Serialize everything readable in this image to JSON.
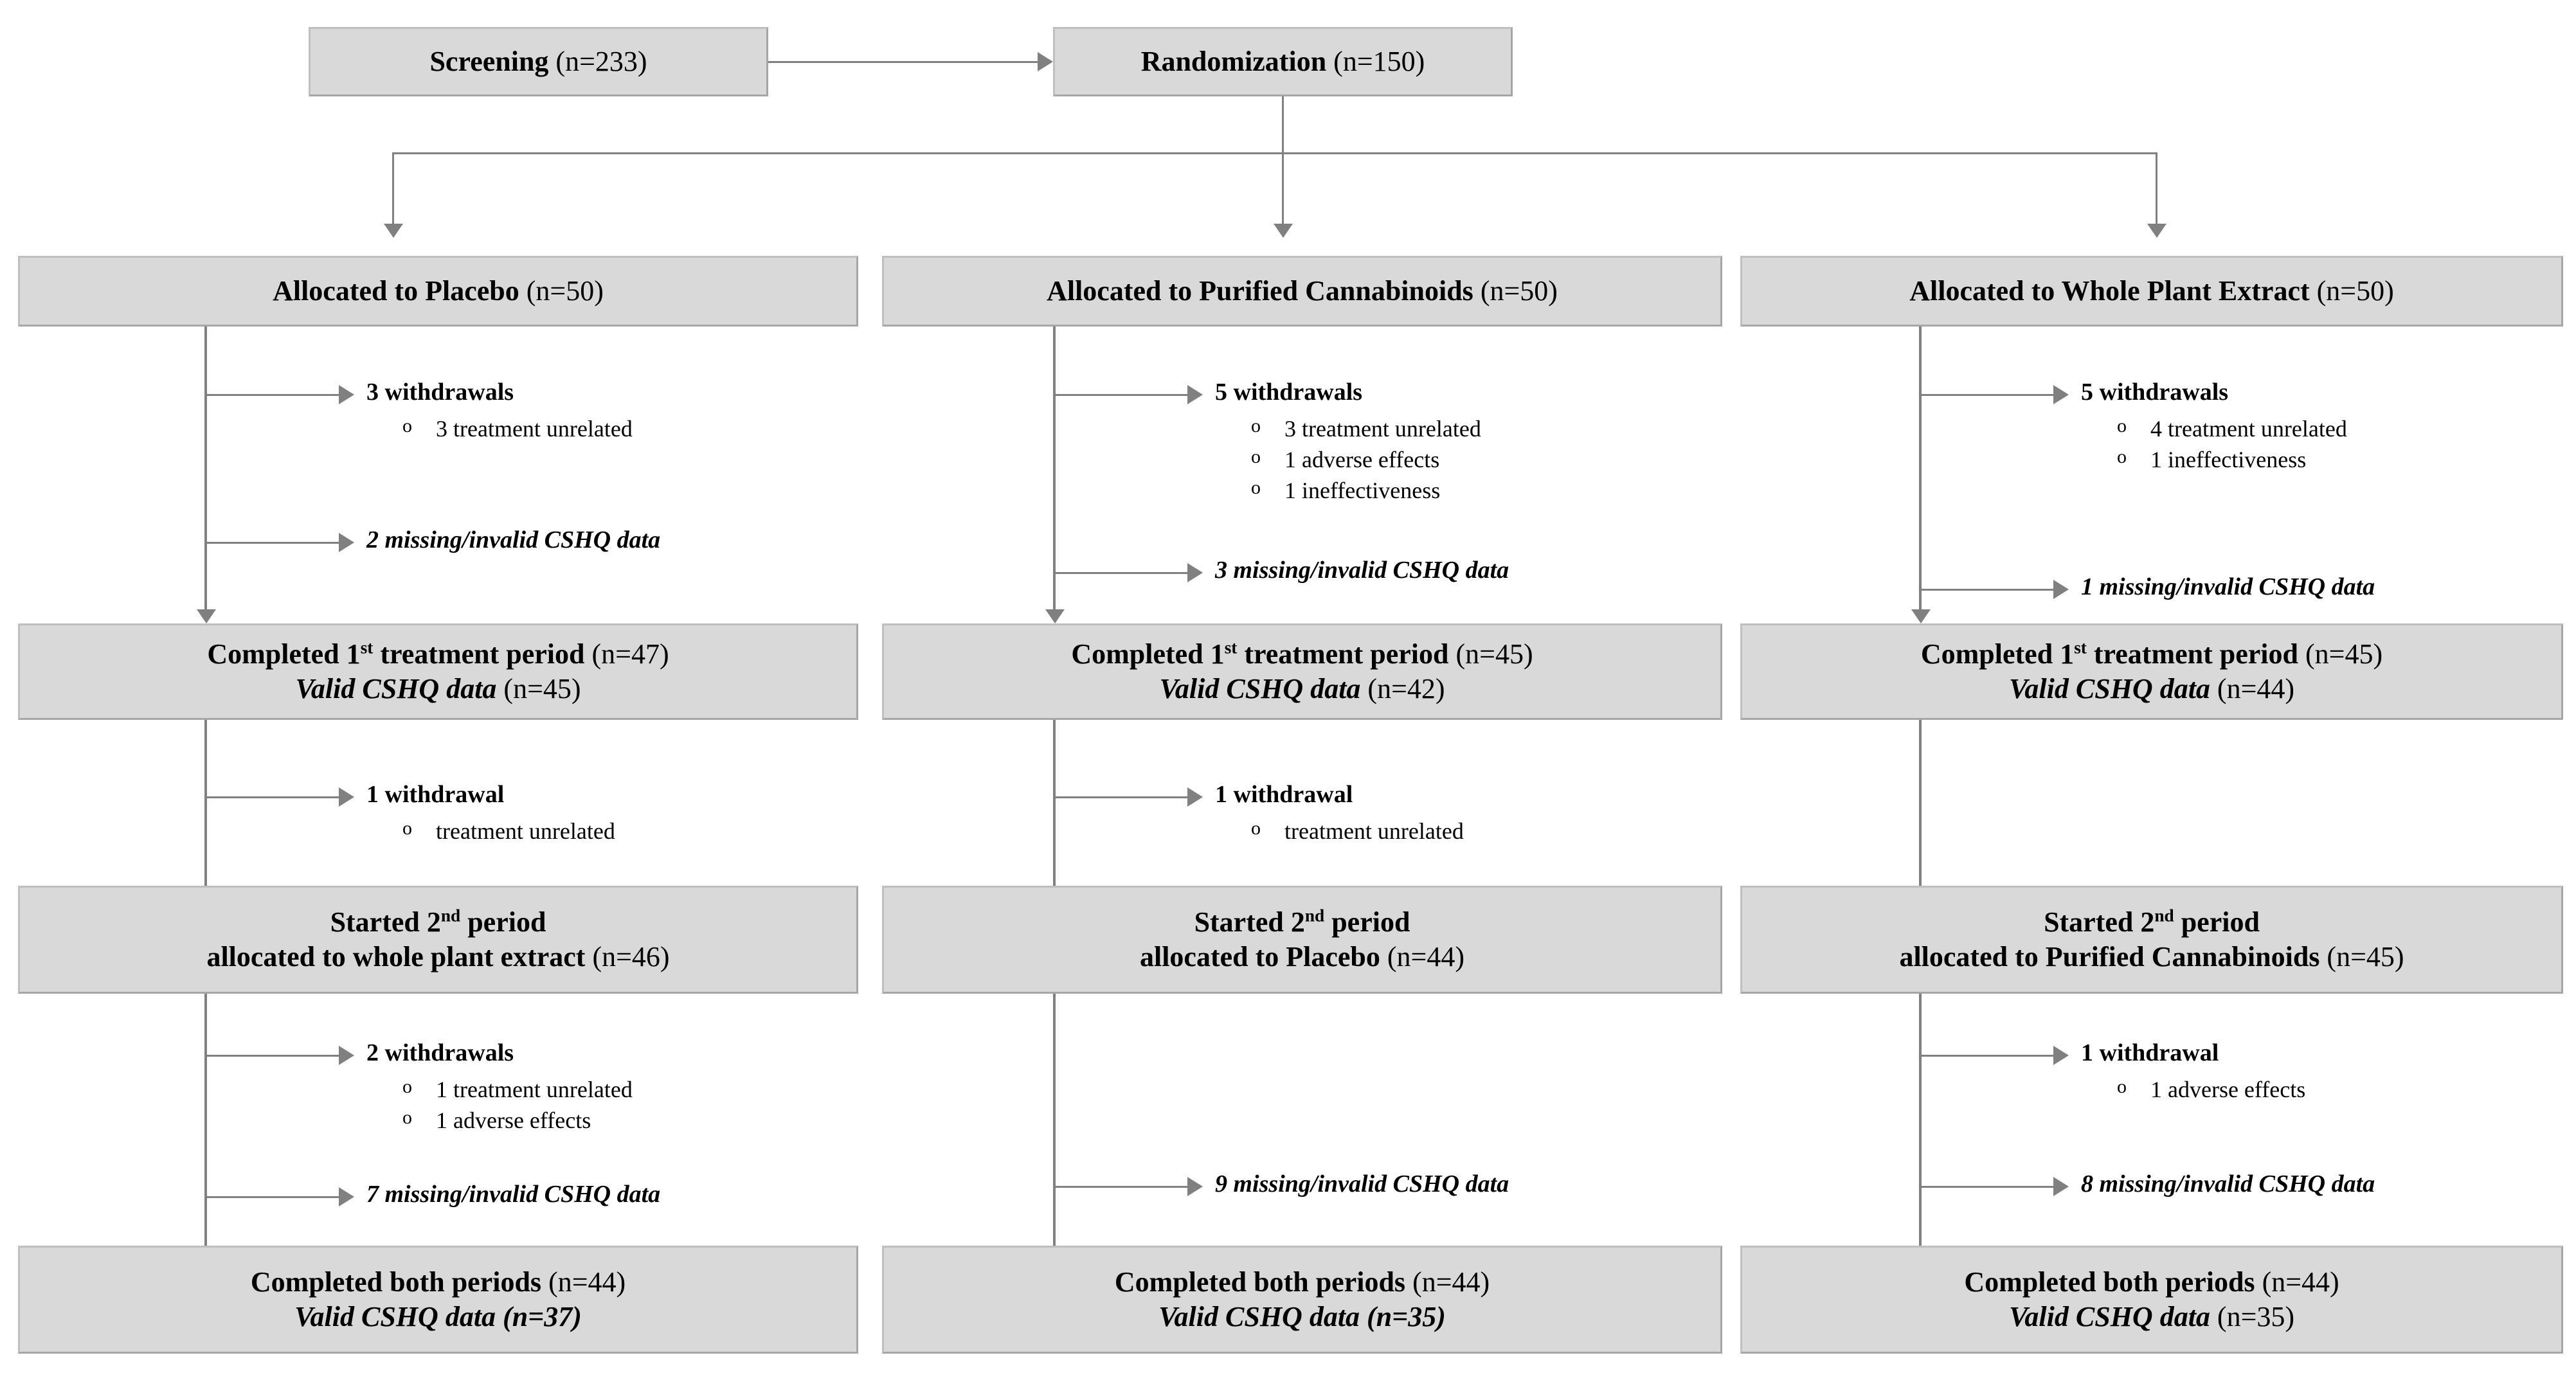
{
  "diagram": {
    "title": "CONSORT participant flow diagram",
    "colors": {
      "box_fill": "#d9d9d9",
      "box_border": "#a6a6a6",
      "connector": "#808080",
      "text": "#000000",
      "background": "#ffffff"
    },
    "top": {
      "screening": {
        "label": "Screening",
        "count": "(n=233)"
      },
      "randomization": {
        "label": "Randomization",
        "count": "(n=150)"
      }
    },
    "arms": [
      {
        "id": "placebo",
        "allocation": {
          "label": "Allocated to Placebo",
          "count": "(n=50)"
        },
        "dropout1": {
          "head": "3 withdrawals",
          "items": [
            "3 treatment unrelated"
          ],
          "missing": "2 missing/invalid CSHQ data"
        },
        "period1": {
          "line1_label": "Completed 1",
          "line1_sup": "st",
          "line1_rest": " treatment period",
          "line1_count": "(n=47)",
          "line2_label": "Valid CSHQ data",
          "line2_count": "(n=45)"
        },
        "dropout2": {
          "head": "1 withdrawal",
          "items": [
            "treatment unrelated"
          ],
          "missing": ""
        },
        "period2": {
          "line1": "Started 2",
          "line1_sup": "nd",
          "line1_rest": " period",
          "line2_label": "allocated to whole plant extract",
          "line2_count": "(n=46)"
        },
        "dropout3": {
          "head": "2 withdrawals",
          "items": [
            "1 treatment unrelated",
            "1 adverse effects"
          ],
          "missing": "7 missing/invalid CSHQ data"
        },
        "final": {
          "line1_label": "Completed both periods",
          "line1_count": "(n=44)",
          "line2_label": "Valid CSHQ data",
          "line2_count": "(n=37)"
        }
      },
      {
        "id": "purified-cannabinoids",
        "allocation": {
          "label": "Allocated to Purified Cannabinoids",
          "count": "(n=50)"
        },
        "dropout1": {
          "head": "5 withdrawals",
          "items": [
            "3 treatment unrelated",
            "1 adverse effects",
            "1 ineffectiveness"
          ],
          "missing": "3 missing/invalid CSHQ  data"
        },
        "period1": {
          "line1_label": "Completed 1",
          "line1_sup": "st",
          "line1_rest": " treatment period",
          "line1_count": "(n=45)",
          "line2_label": "Valid CSHQ data",
          "line2_count": "(n=42)"
        },
        "dropout2": {
          "head": "1 withdrawal",
          "items": [
            "treatment unrelated"
          ],
          "missing": ""
        },
        "period2": {
          "line1": "Started 2",
          "line1_sup": "nd",
          "line1_rest": " period",
          "line2_label": "allocated to Placebo",
          "line2_count": "(n=44)"
        },
        "dropout3": {
          "head": "",
          "items": [],
          "missing": "9 missing/invalid CSHQ data"
        },
        "final": {
          "line1_label": "Completed both periods",
          "line1_count": "(n=44)",
          "line2_label": "Valid CSHQ  data",
          "line2_count": "(n=35)"
        }
      },
      {
        "id": "whole-plant-extract",
        "allocation": {
          "label": "Allocated to Whole Plant Extract",
          "count": "(n=50)"
        },
        "dropout1": {
          "head": "5 withdrawals",
          "items": [
            "4 treatment unrelated",
            "1 ineffectiveness"
          ],
          "missing": "1 missing/invalid CSHQ  data"
        },
        "period1": {
          "line1_label": "Completed 1",
          "line1_sup": "st",
          "line1_rest": " treatment period",
          "line1_count": "(n=45)",
          "line2_label": "Valid CSHQ data",
          "line2_count": "(n=44)"
        },
        "dropout2": {
          "head": "",
          "items": [],
          "missing": ""
        },
        "period2": {
          "line1": "Started 2",
          "line1_sup": "nd",
          "line1_rest": " period",
          "line2_label": "allocated to Purified Cannabinoids",
          "line2_count": "(n=45)"
        },
        "dropout3": {
          "head": "1 withdrawal",
          "items": [
            "1 adverse effects"
          ],
          "missing": "8 missing/invalid CSHQ data"
        },
        "final": {
          "line1_label": "Completed both periods",
          "line1_count": "(n=44)",
          "line2_label": "Valid CSHQ data",
          "line2_count": "(n=35)"
        }
      }
    ],
    "bullet_glyph": "o"
  }
}
